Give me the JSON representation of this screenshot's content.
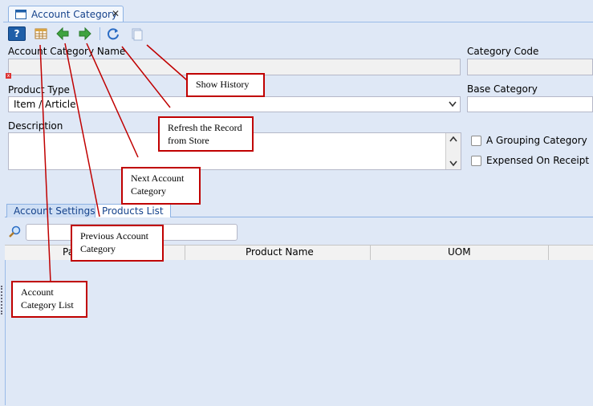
{
  "window": {
    "tab_title": "Account Category",
    "close_glyph": "✕"
  },
  "toolbar": {
    "buttons": [
      {
        "name": "help-icon",
        "glyph": "?"
      },
      {
        "name": "category-list-icon"
      },
      {
        "name": "previous-arrow-icon"
      },
      {
        "name": "next-arrow-icon"
      },
      {
        "name": "refresh-icon"
      },
      {
        "name": "history-icon"
      }
    ]
  },
  "form": {
    "account_category_name_label": "Account Category Name",
    "category_code_label": "Category Code",
    "product_type_label": "Product Type",
    "product_type_value": "Item / Article",
    "base_category_label": "Base Category",
    "description_label": "Description",
    "grouping_category_label": "A Grouping Category",
    "expensed_on_receipt_label": "Expensed On Receipt"
  },
  "subtabs": [
    "Account Settings",
    "Products List"
  ],
  "grid": {
    "columns": [
      "Pa",
      "Product Name",
      "UOM"
    ]
  },
  "callouts": {
    "show_history": "Show History",
    "refresh": "Refresh the Record from Store",
    "next": "Next Account Category",
    "previous": "Previous Account Category",
    "list": "Account Category List"
  },
  "colors": {
    "callout_border": "#c00000",
    "arrow_green": "#3fa33f"
  }
}
